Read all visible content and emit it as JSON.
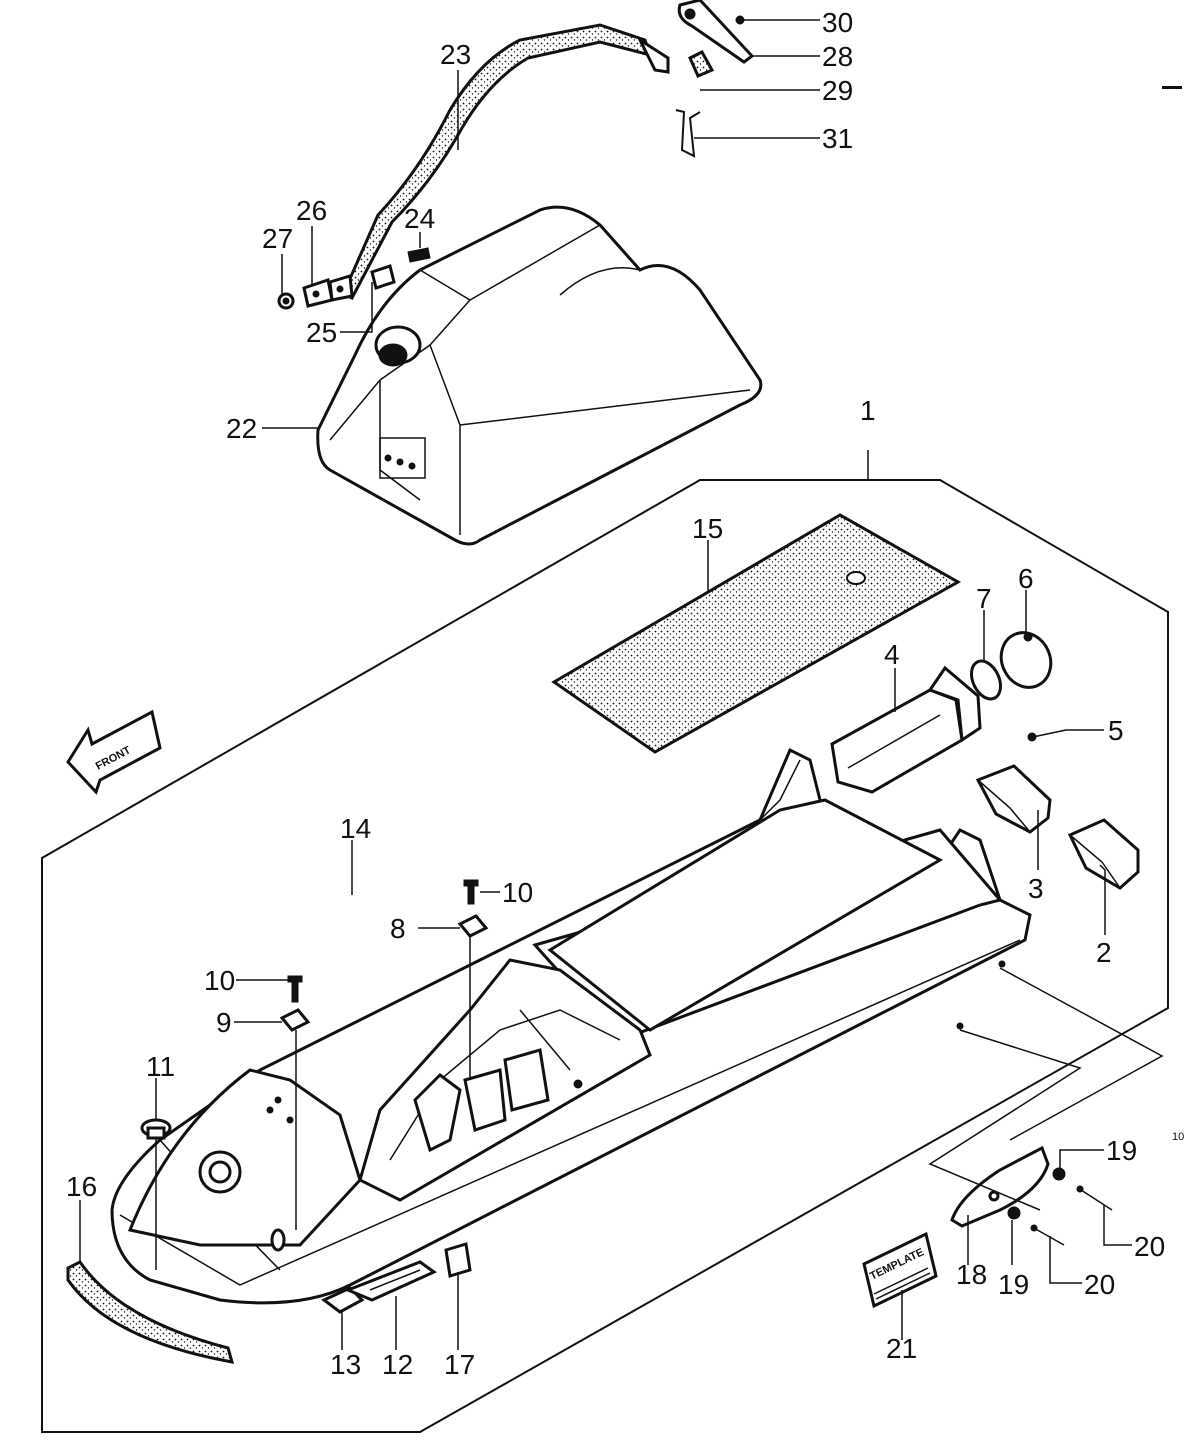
{
  "labels": {
    "l1": "1",
    "l2": "2",
    "l3": "3",
    "l4": "4",
    "l5": "5",
    "l6": "6",
    "l7": "7",
    "l8": "8",
    "l9": "9",
    "l10a": "10",
    "l10b": "10",
    "l11": "11",
    "l12": "12",
    "l13": "13",
    "l14": "14",
    "l15": "15",
    "l16": "16",
    "l17": "17",
    "l18": "18",
    "l19a": "19",
    "l19b": "19",
    "l20a": "20",
    "l20b": "20",
    "l21": "21",
    "l22": "22",
    "l23": "23",
    "l24": "24",
    "l25": "25",
    "l26": "26",
    "l27": "27",
    "l28": "28",
    "l29": "29",
    "l30": "30",
    "l31": "31"
  },
  "arrow_text": "FRONT",
  "template_text": "TEMPLATE",
  "corner_mark": "10"
}
